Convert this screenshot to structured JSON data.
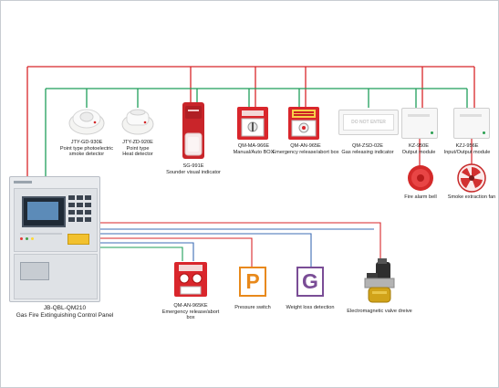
{
  "colors": {
    "red_wire": "#d8262a",
    "green_wire": "#1e9e5a",
    "blue_wire": "#3e6db5",
    "pressure": "#e8891b",
    "weight": "#7a4d96"
  },
  "devices_top": [
    {
      "model": "JTY-GD-930E",
      "desc": [
        "Point type photoelectric",
        "smoke detector"
      ],
      "icon": "smoke-detector-icon"
    },
    {
      "model": "JTY-ZD-920E",
      "desc": [
        "Point type",
        "Heat detector"
      ],
      "icon": "heat-detector-icon"
    },
    {
      "model": "SG-991E",
      "desc": [
        "Sounder visual indicator"
      ],
      "icon": "sounder-strobe-icon"
    },
    {
      "model": "QM-MA-966E",
      "desc": [
        "Manual/Auto BOX"
      ],
      "icon": "manual-auto-box-icon"
    },
    {
      "model": "QM-AN-965E",
      "desc": [
        "Emergency release/abort box"
      ],
      "icon": "emergency-release-box-icon"
    },
    {
      "model": "QM-ZSD-02E",
      "desc": [
        "Gas releasing indicator"
      ],
      "icon": "gas-releasing-indicator-icon"
    },
    {
      "model": "KZ-950E",
      "desc": [
        "Output module"
      ],
      "icon": "output-module-icon"
    },
    {
      "model": "KZJ-956E",
      "desc": [
        "Input/Output module"
      ],
      "icon": "input-output-module-icon"
    }
  ],
  "bell_label": "Fire alarm bell",
  "fan_label": "Smoke extraction fan",
  "gas_indicator_text": "DO NOT ENTER",
  "panel": {
    "model": "JB-QBL-QM210",
    "name": "Gas Fire Extinguishing Control Panel"
  },
  "devices_bottom": [
    {
      "model": "QM-AN-965KE",
      "desc": [
        "Emergency release/abort",
        "box"
      ],
      "icon": "emergency-release-box-icon"
    },
    {
      "model": "",
      "desc": [
        "Pressure switch"
      ],
      "letter": "P",
      "icon": "pressure-switch-icon"
    },
    {
      "model": "",
      "desc": [
        "Weight loss detection"
      ],
      "letter": "G",
      "icon": "weight-loss-detector-icon"
    },
    {
      "model": "",
      "desc": [
        "Electromagnetic valve dreive"
      ],
      "icon": "electromagnetic-valve-icon"
    }
  ]
}
